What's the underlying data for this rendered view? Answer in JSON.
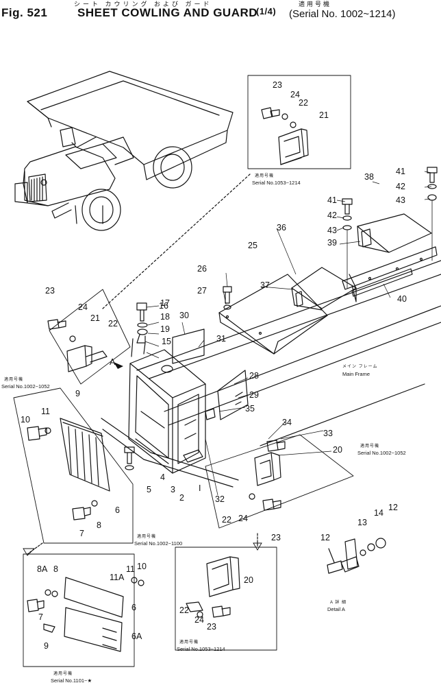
{
  "header": {
    "fig_label": "Fig. 521",
    "title": "SHEET COWLING AND GUARD",
    "fraction": "(1/4)",
    "subtitle_jp": "シート  カウリング  および  ガード",
    "serial_jp": "適用号機",
    "serial_range": "(Serial No. 1002~1214)"
  },
  "callouts": [
    {
      "id": "c1",
      "label": "1"
    },
    {
      "id": "c2",
      "label": "2"
    },
    {
      "id": "c3",
      "label": "3"
    },
    {
      "id": "c4",
      "label": "4"
    },
    {
      "id": "c5",
      "label": "5"
    },
    {
      "id": "c6",
      "label": "6"
    },
    {
      "id": "c6b",
      "label": "6"
    },
    {
      "id": "c6a",
      "label": "6A"
    },
    {
      "id": "c7",
      "label": "7"
    },
    {
      "id": "c7b",
      "label": "7"
    },
    {
      "id": "c8",
      "label": "8"
    },
    {
      "id": "c8b",
      "label": "8"
    },
    {
      "id": "c8a",
      "label": "8A"
    },
    {
      "id": "c9",
      "label": "9"
    },
    {
      "id": "c9b",
      "label": "9"
    },
    {
      "id": "c10",
      "label": "10"
    },
    {
      "id": "c10b",
      "label": "10"
    },
    {
      "id": "c11",
      "label": "11"
    },
    {
      "id": "c11b",
      "label": "11"
    },
    {
      "id": "c11a",
      "label": "11A"
    },
    {
      "id": "c12",
      "label": "12"
    },
    {
      "id": "c12b",
      "label": "12"
    },
    {
      "id": "c13",
      "label": "13"
    },
    {
      "id": "c14",
      "label": "14"
    },
    {
      "id": "c15",
      "label": "15"
    },
    {
      "id": "c16",
      "label": "16"
    },
    {
      "id": "c17",
      "label": "17"
    },
    {
      "id": "c18",
      "label": "18"
    },
    {
      "id": "c19",
      "label": "19"
    },
    {
      "id": "c20",
      "label": "20"
    },
    {
      "id": "c20b",
      "label": "20"
    },
    {
      "id": "c21",
      "label": "21"
    },
    {
      "id": "c21b",
      "label": "21"
    },
    {
      "id": "c22",
      "label": "22"
    },
    {
      "id": "c22b",
      "label": "22"
    },
    {
      "id": "c22c",
      "label": "22"
    },
    {
      "id": "c22d",
      "label": "22"
    },
    {
      "id": "c23",
      "label": "23"
    },
    {
      "id": "c23b",
      "label": "23"
    },
    {
      "id": "c23c",
      "label": "23"
    },
    {
      "id": "c23d",
      "label": "23"
    },
    {
      "id": "c24",
      "label": "24"
    },
    {
      "id": "c24b",
      "label": "24"
    },
    {
      "id": "c24c",
      "label": "24"
    },
    {
      "id": "c24d",
      "label": "24"
    },
    {
      "id": "c25",
      "label": "25"
    },
    {
      "id": "c26",
      "label": "26"
    },
    {
      "id": "c27",
      "label": "27"
    },
    {
      "id": "c28",
      "label": "28"
    },
    {
      "id": "c29",
      "label": "29"
    },
    {
      "id": "c30",
      "label": "30"
    },
    {
      "id": "c31",
      "label": "31"
    },
    {
      "id": "c32",
      "label": "32"
    },
    {
      "id": "c33",
      "label": "33"
    },
    {
      "id": "c34",
      "label": "34"
    },
    {
      "id": "c35",
      "label": "35"
    },
    {
      "id": "c36",
      "label": "36"
    },
    {
      "id": "c37",
      "label": "37"
    },
    {
      "id": "c38",
      "label": "38"
    },
    {
      "id": "c39",
      "label": "39"
    },
    {
      "id": "c40",
      "label": "40"
    },
    {
      "id": "c41",
      "label": "41"
    },
    {
      "id": "c41b",
      "label": "41"
    },
    {
      "id": "c42",
      "label": "42"
    },
    {
      "id": "c42b",
      "label": "42"
    },
    {
      "id": "c43",
      "label": "43"
    },
    {
      "id": "c43b",
      "label": "43"
    },
    {
      "id": "cA",
      "label": "A"
    },
    {
      "id": "cI",
      "label": "I"
    }
  ],
  "notes": {
    "serial_jp": "適用号機",
    "serial_1053_1214": "Serial No.1053~1214",
    "serial_1002_1052": "Serial No.1002~1052",
    "serial_1002_1100": "Serial No.1002~1100",
    "serial_1101_star": "Serial No.1101~★",
    "main_frame_jp": "メイン フレーム",
    "main_frame": "Main Frame",
    "detail_jp": "A 詳 細",
    "detail_a": "Detail A"
  },
  "colors": {
    "ink": "#111111",
    "paper": "#ffffff"
  }
}
